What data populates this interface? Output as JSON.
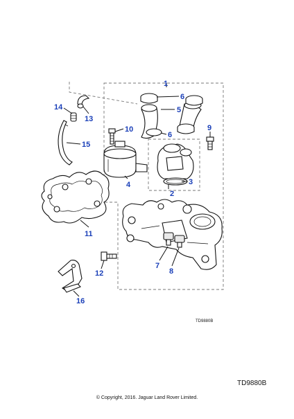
{
  "callouts": {
    "c1": "1",
    "c2": "2",
    "c3": "3",
    "c4": "4",
    "c5": "5",
    "c6a": "6",
    "c6b": "6",
    "c7": "7",
    "c8": "8",
    "c9": "9",
    "c10": "10",
    "c11": "11",
    "c12": "12",
    "c13": "13",
    "c14": "14",
    "c15": "15",
    "c16": "16"
  },
  "diagram_ref_small": "TD9880B",
  "diagram_ref": "TD9880B",
  "copyright": "© Copyright, 2016. Jaguar Land Rover Limited.",
  "colors": {
    "callout": "#1a3fb8",
    "line": "#111111",
    "frame": "#777777"
  }
}
